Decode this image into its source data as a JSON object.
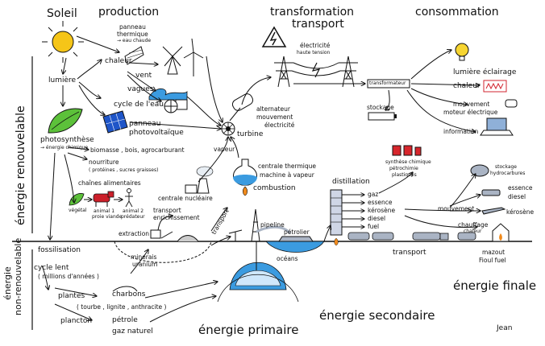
{
  "headers": {
    "soleil": "Soleil",
    "production": "production",
    "transformation_line1": "transformation",
    "transformation_line2": "transport",
    "consommation": "consommation"
  },
  "side_labels": {
    "renouvelable": "énergie renouvelable",
    "non_renouvelable_line1": "énergie",
    "non_renouvelable_line2": "non-renouvelable"
  },
  "production": {
    "panneau_thermique": "panneau",
    "panneau_thermique_2": "thermique",
    "eau_chaude": "→ eau chaude",
    "chaleur": "chaleur",
    "vent": "vent",
    "vagues": "vagues",
    "cycle_eau": "cycle de l'eau",
    "panneau_pv_1": "panneau",
    "panneau_pv_2": "photovoltaïque",
    "lumiere": "lumière",
    "photosynthese": "photosynthèse",
    "energie_chimique": "→ énergie chimique",
    "biomasse": "biomasse , bois, agrocarburant",
    "nourriture": "nourriture",
    "proteines": "( protéines , sucres graisses)",
    "chaines": "chaînes alimentaires",
    "vegetal": "végétal",
    "animal1": "animal 1",
    "proie_viande": "proie viande",
    "animal2": "animal 2",
    "predateur": "prédateur",
    "fossilisation": "fossilisation",
    "cycle_lent": "cycle lent",
    "millions": "( millions d'années )",
    "plantes": "plantes",
    "tourbe": "( tourbe , lignite , anthracite )",
    "plancton": "plancton",
    "charbons": "charbons",
    "petrole": "pétrole",
    "gaz_naturel": "gaz naturel",
    "extraction": "extraction",
    "minerais": "minerais",
    "uranium": "uranium",
    "transport_enrichissement_1": "transport",
    "transport_enrichissement_2": "enrichissement",
    "centrale_nucleaire": "centrale nucléaire",
    "transport": "transport",
    "pipeline": "pipeline",
    "petrolier": "pétrolier",
    "oceans": "océans",
    "energie_primaire": "énergie primaire"
  },
  "transformation": {
    "alternateur": "alternateur",
    "mouvement": "mouvement",
    "electricite": "électricité",
    "turbine": "turbine",
    "vapeur": "vapeur",
    "centrale_thermique": "centrale thermique",
    "machine_vapeur": "machine à vapeur",
    "combustion": "combustion",
    "electricite_ht": "électricité",
    "haute_tension": "haute tension",
    "transformateur": "transformateur",
    "stockage": "stockage",
    "distillation": "distillation",
    "gaz": "gaz",
    "essence": "essence",
    "kerosene": "kérosène",
    "diesel": "diesel",
    "fuel": "fuel",
    "synthese_1": "synthèse chimique",
    "synthese_2": "pétrochimie",
    "synthese_3": "plastiques",
    "transport": "transport",
    "energie_secondaire": "énergie secondaire"
  },
  "consommation": {
    "lumiere_eclairage": "lumière éclairage",
    "chaleur": "chaleur",
    "mouvement_1": "mouvement",
    "mouvement_2": "moteur électrique",
    "information": "information",
    "stockage_1": "stockage",
    "stockage_2": "hydrocarbures",
    "essence": "essence",
    "diesel": "diesel",
    "mouvement": "mouvement",
    "kerosene": "kérosène",
    "chauffage_1": "chauffage",
    "chauffage_2": "chaleur",
    "mazout": "mazout",
    "fioul": "Fioul fuel",
    "energie_finale": "énergie finale",
    "signature": "Jean"
  },
  "colors": {
    "sun": "#f5c518",
    "leaf": "#5cc13a",
    "water": "#3b9be0",
    "pv": "#1f55c8",
    "flame": "#f08a1c",
    "lamp": "#f7d531",
    "heater": "#d2252f",
    "cow": "#cc1f2a",
    "fuel_cans": "#d7262c",
    "ink": "#111111"
  }
}
